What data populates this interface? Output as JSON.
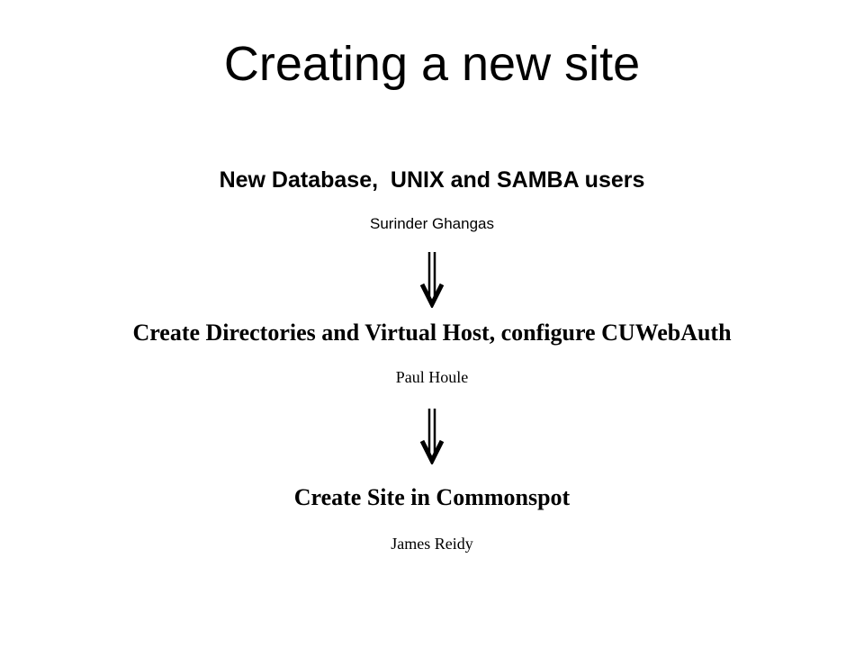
{
  "slide": {
    "title": "Creating a new site"
  },
  "steps": [
    {
      "heading": "New Database,  UNIX and SAMBA users",
      "owner": "Surinder Ghangas"
    },
    {
      "heading": "Create Directories and Virtual Host, configure CUWebAuth",
      "owner": "Paul Houle"
    },
    {
      "heading": "Create Site in Commonspot",
      "owner": "James Reidy"
    }
  ],
  "connectors": [
    {
      "icon": "double-down-arrow-icon"
    },
    {
      "icon": "double-down-arrow-icon"
    }
  ]
}
